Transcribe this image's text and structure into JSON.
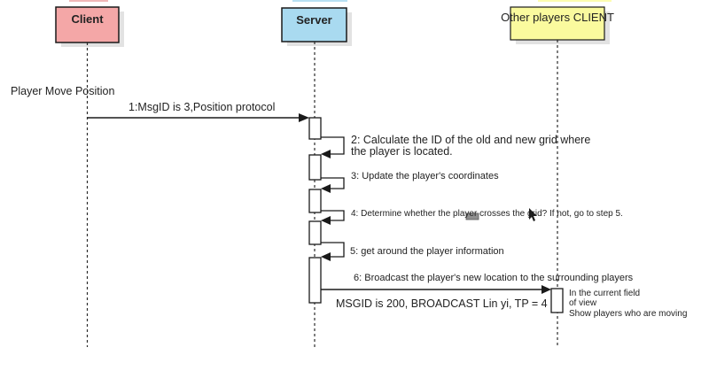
{
  "colors": {
    "client_fill": "#f4a7a7",
    "server_fill": "#a9daf0",
    "others_fill": "#fafa9e",
    "client_sliver": "#f0b8b8",
    "server_sliver": "#b8e0f2",
    "others_sliver": "#fdfdb0",
    "border": "#1a1a1a",
    "shadow": "#e2e2e2",
    "activation_fill": "#ffffff",
    "text": "#222222"
  },
  "actors": {
    "client": {
      "label": "Client"
    },
    "server": {
      "label": "Server"
    },
    "others": {
      "label": "Other players CLIENT"
    }
  },
  "notes": {
    "player_move": "Player Move Position",
    "broadcast_detail": "MSGID is 200, BROADCAST Lin yi, TP = 4",
    "view_note_line1": "In the current field",
    "view_note_line2": "of view",
    "view_note_line3": "Show players who are moving"
  },
  "messages": {
    "m1": "1:MsgID is 3,Position protocol",
    "m2_line1": "2: Calculate the ID of the old and new grid where",
    "m2_line2": "the player is located.",
    "m3": "3: Update the player's coordinates",
    "m4": "4: Determine whether the player crosses the grid? If not, go to step 5.",
    "m5": "5: get around the player information",
    "m6": "6: Broadcast the player's new location to the surrounding players"
  },
  "artifacts": {
    "pointer_icon": "mouse-pointer",
    "selection_icon": "drag-handle"
  }
}
